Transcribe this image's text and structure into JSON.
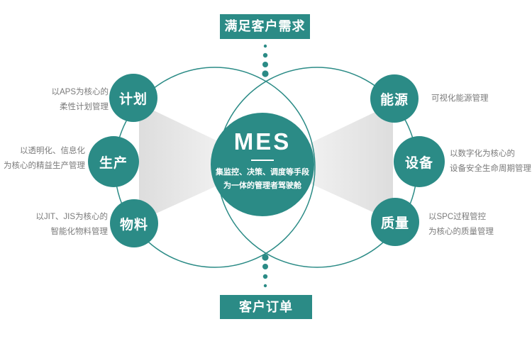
{
  "banners": {
    "top": "满足客户需求",
    "bottom": "客户订单"
  },
  "center": {
    "title": "MES",
    "subtitle_line1": "集监控、决策、调度等手段",
    "subtitle_line2": "为一体的管理者驾驶舱"
  },
  "nodes": [
    {
      "id": "plan",
      "label": "计划",
      "side": "left",
      "desc_line1": "以APS为核心的",
      "desc_line2": "柔性计划管理"
    },
    {
      "id": "production",
      "label": "生产",
      "side": "left",
      "desc_line1": "以透明化、信息化",
      "desc_line2": "为核心的精益生产管理"
    },
    {
      "id": "material",
      "label": "物料",
      "side": "left",
      "desc_line1": "以JIT、JIS为核心的",
      "desc_line2": "智能化物料管理"
    },
    {
      "id": "energy",
      "label": "能源",
      "side": "right",
      "desc_line1": "可视化能源管理",
      "desc_line2": ""
    },
    {
      "id": "equipment",
      "label": "设备",
      "side": "right",
      "desc_line1": "以数字化为核心的",
      "desc_line2": "设备安全生命周期管理"
    },
    {
      "id": "quality",
      "label": "质量",
      "side": "right",
      "desc_line1": "以SPC过程管控",
      "desc_line2": "为核心的质量管理"
    }
  ],
  "colors": {
    "teal": "#2b8b86",
    "text_gray": "#7a7a7a",
    "beam_dark": "#d7d7d7",
    "beam_light": "#fafafa",
    "background": "#ffffff"
  }
}
